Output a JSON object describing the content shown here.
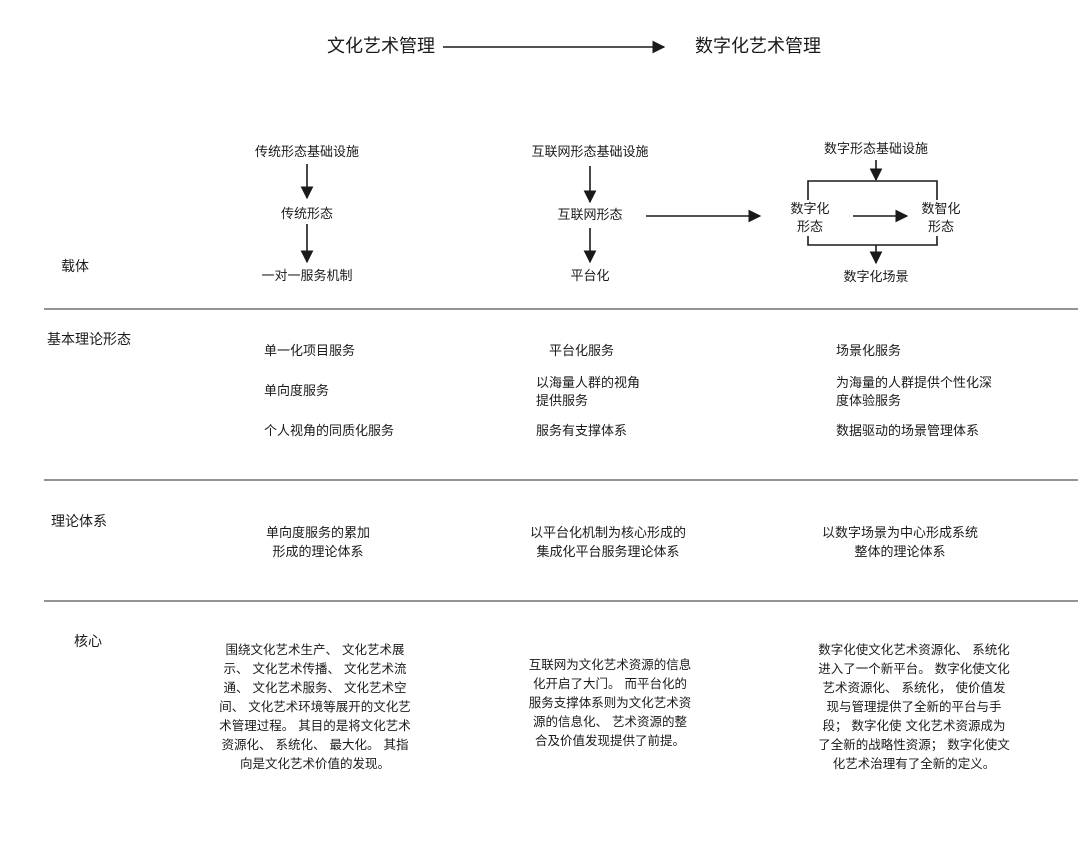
{
  "header": {
    "from": "文化艺术管理",
    "to": "数字化艺术管理"
  },
  "rows": {
    "carrier": "载体",
    "basic_theory": "基本理论形态",
    "theory_system": "理论体系",
    "core": "核心"
  },
  "carrier": {
    "col1": {
      "infra": "传统形态基础设施",
      "form": "传统形态",
      "result": "一对一服务机制"
    },
    "col2": {
      "infra": "互联网形态基础设施",
      "form": "互联网形态",
      "result": "平台化"
    },
    "col3": {
      "infra": "数字形态基础设施",
      "left": "数字化\n形态",
      "right": "数智化\n形态",
      "result": "数字化场景"
    }
  },
  "basic_theory": {
    "col1": [
      "单一化项目服务",
      "单向度服务",
      "个人视角的同质化服务"
    ],
    "col2": [
      "平台化服务",
      "以海量人群的视角\n提供服务",
      "服务有支撑体系"
    ],
    "col3": [
      "场景化服务",
      "为海量的人群提供个性化深\n度体验服务",
      "数据驱动的场景管理体系"
    ]
  },
  "theory_system": {
    "col1": "单向度服务的累加\n形成的理论体系",
    "col2": "以平台化机制为核心形成的\n集成化平台服务理论体系",
    "col3": "以数字场景为中心形成系统\n整体的理论体系"
  },
  "core": {
    "col1": "围绕文化艺术生产、 文化艺术展\n示、 文化艺术传播、 文化艺术流\n通、 文化艺术服务、 文化艺术空\n间、 文化艺术环境等展开的文化艺\n术管理过程。 其目的是将文化艺术\n资源化、 系统化、 最大化。 其指\n向是文化艺术价值的发现。",
    "col2": "互联网为文化艺术资源的信息\n化开启了大门。 而平台化的\n服务支撑体系则为文化艺术资\n源的信息化、 艺术资源的整\n合及价值发现提供了前提。",
    "col3": "数字化使文化艺术资源化、 系统化\n进入了一个新平台。 数字化使文化\n艺术资源化、 系统化， 使价值发\n现与管理提供了全新的平台与手\n段； 数字化使 文化艺术资源成为\n了全新的战略性资源； 数字化使文\n化艺术治理有了全新的定义。"
  }
}
